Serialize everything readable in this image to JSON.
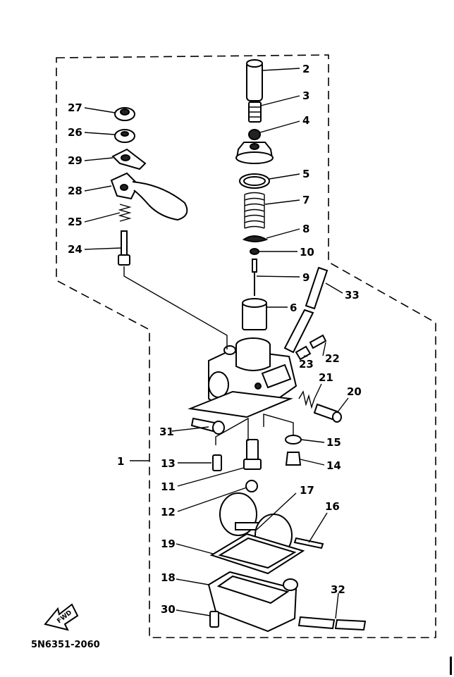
{
  "diagram": {
    "part_numbers": {
      "p1": "1",
      "p2": "2",
      "p3": "3",
      "p4": "4",
      "p5": "5",
      "p6": "6",
      "p7": "7",
      "p8": "8",
      "p9": "9",
      "p10": "10",
      "p11": "11",
      "p12": "12",
      "p13": "13",
      "p14": "14",
      "p15": "15",
      "p16": "16",
      "p17": "17",
      "p18": "18",
      "p19": "19",
      "p20": "20",
      "p21": "21",
      "p22": "22",
      "p23": "23",
      "p24": "24",
      "p25": "25",
      "p26": "26",
      "p27": "27",
      "p28": "28",
      "p29": "29",
      "p30": "30",
      "p31": "31",
      "p32": "32",
      "p33": "33"
    },
    "drawing_code": "5N6351-2060",
    "direction_label": "FWD"
  }
}
